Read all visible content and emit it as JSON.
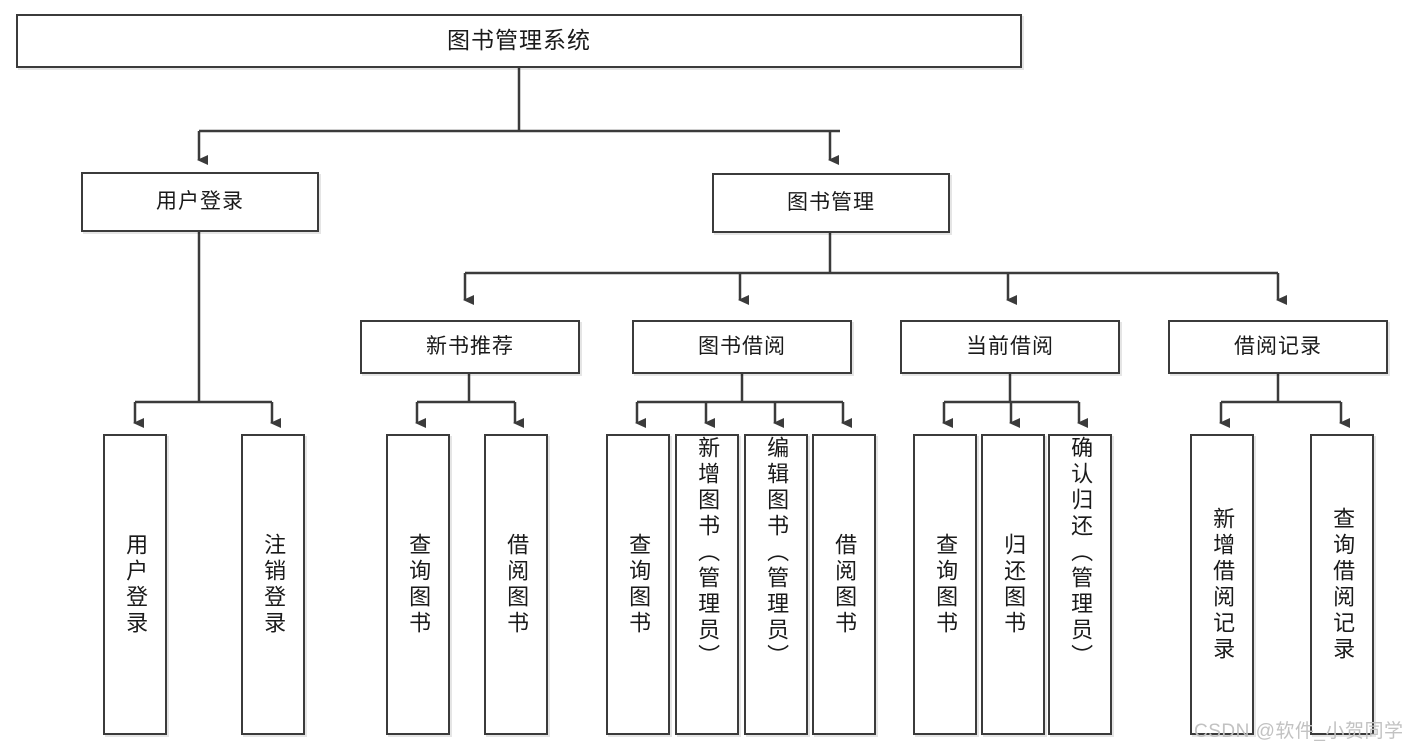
{
  "diagram": {
    "type": "tree-hierarchy",
    "title": "图书管理系统",
    "root": {
      "label": "图书管理系统"
    },
    "level2": [
      {
        "label": "用户登录"
      },
      {
        "label": "图书管理"
      }
    ],
    "level3": [
      {
        "label": "新书推荐"
      },
      {
        "label": "图书借阅"
      },
      {
        "label": "当前借阅"
      },
      {
        "label": "借阅记录"
      }
    ],
    "leaves": [
      {
        "label": "用户登录",
        "parent": "用户登录"
      },
      {
        "label": "注销登录",
        "parent": "用户登录"
      },
      {
        "label": "查询图书",
        "parent": "新书推荐"
      },
      {
        "label": "借阅图书",
        "parent": "新书推荐"
      },
      {
        "label": "查询图书",
        "parent": "图书借阅"
      },
      {
        "label": "新增图书（管理员）",
        "parent": "图书借阅"
      },
      {
        "label": "编辑图书（管理员）",
        "parent": "图书借阅"
      },
      {
        "label": "借阅图书",
        "parent": "图书借阅"
      },
      {
        "label": "查询图书",
        "parent": "当前借阅"
      },
      {
        "label": "归还图书",
        "parent": "当前借阅"
      },
      {
        "label": "确认归还（管理员）",
        "parent": "当前借阅"
      },
      {
        "label": "新增借阅记录",
        "parent": "借阅记录"
      },
      {
        "label": "查询借阅记录",
        "parent": "借阅记录"
      }
    ]
  },
  "watermark": {
    "text": "CSDN @软件_小贺同学"
  },
  "colors": {
    "stroke": "#3b3b3b",
    "background": "#ffffff",
    "text": "#1a1a1a",
    "watermark": "#c2c2c2"
  }
}
